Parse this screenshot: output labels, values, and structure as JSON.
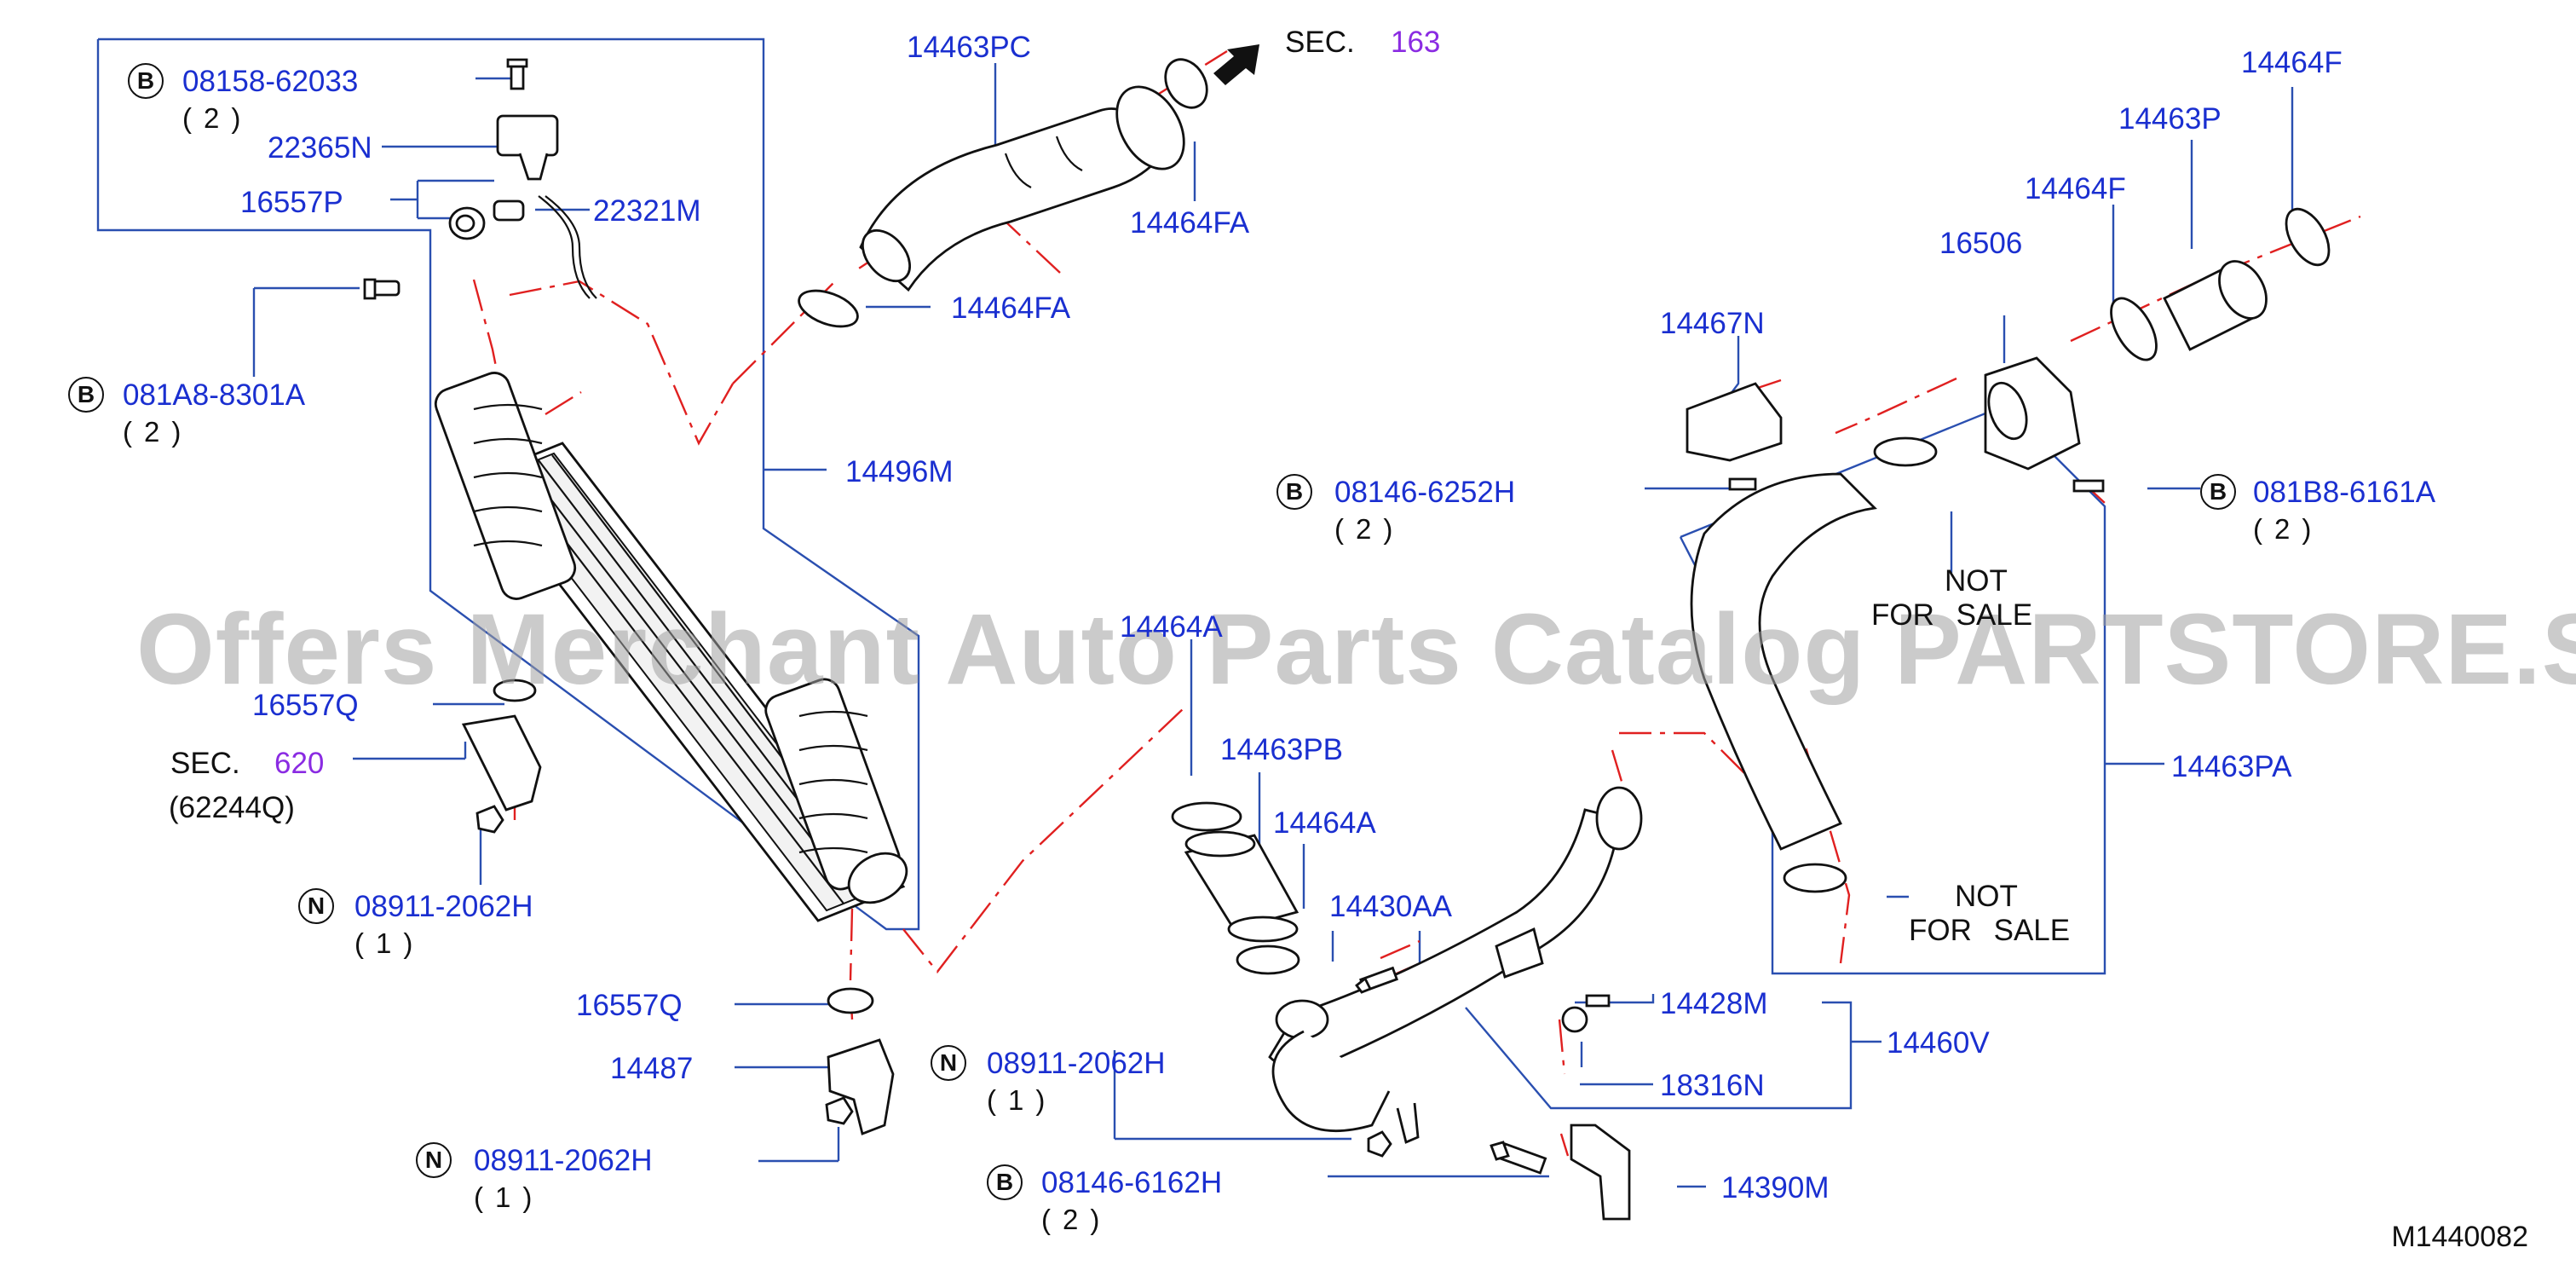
{
  "diagram": {
    "code": "M1440082",
    "watermark": "Offers Merchant Auto Parts Catalog PARTSTORE.SA",
    "sections": [
      {
        "label": "SEC.",
        "number": "163"
      },
      {
        "label": "SEC.",
        "number": "620",
        "sub": "(62244Q)"
      }
    ],
    "bolt_refs": [
      {
        "badge": "B",
        "part": "08158-62033",
        "qty": "(2)"
      },
      {
        "badge": "B",
        "part": "081A8-8301A",
        "qty": "(2)"
      },
      {
        "badge": "N",
        "part": "08911-2062H",
        "qty": "(1)"
      },
      {
        "badge": "N",
        "part": "08911-2062H",
        "qty": "(1)"
      },
      {
        "badge": "N",
        "part": "08911-2062H",
        "qty": "(1)"
      },
      {
        "badge": "B",
        "part": "08146-6162H",
        "qty": "(2)"
      },
      {
        "badge": "B",
        "part": "08146-6252H",
        "qty": "(2)"
      },
      {
        "badge": "B",
        "part": "081B8-6161A",
        "qty": "(2)"
      }
    ],
    "parts": [
      "22365N",
      "16557P",
      "22321M",
      "14496M",
      "16557Q",
      "16557Q",
      "14487",
      "14463PC",
      "14464FA",
      "14464FA",
      "14464A",
      "14463PB",
      "14464A",
      "14430AA",
      "14428M",
      "18316N",
      "14460V",
      "14390M",
      "14467N",
      "16506",
      "14464F",
      "14463P",
      "14464F",
      "14463PA"
    ],
    "notes": [
      "NOT",
      "FOR SALE",
      "NOT",
      "FOR SALE"
    ],
    "colors": {
      "label": "#1a2fd0",
      "section": "#8a2be2",
      "leader": "#2a4fb0",
      "centerline": "#e02020",
      "part": "#111111"
    }
  }
}
